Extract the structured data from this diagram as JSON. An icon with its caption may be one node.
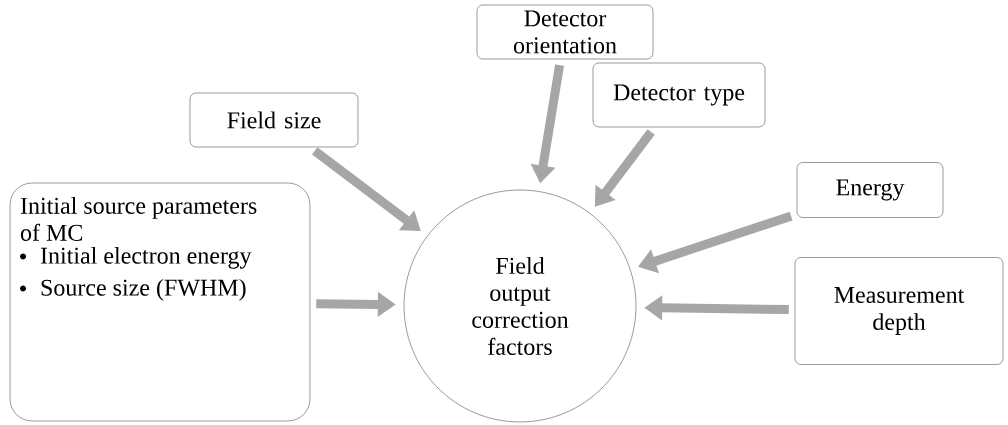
{
  "diagram": {
    "nodes": [
      {
        "text": [
          "Detector orientation"
        ]
      },
      {
        "text": [
          "Field size"
        ]
      },
      {
        "text": [
          "Detector type"
        ]
      },
      {
        "text": [
          "Energy"
        ]
      },
      {
        "text": [
          "Initial source parameters of MC",
          "Initial electron energy",
          "Source size (FWHM)"
        ]
      },
      {
        "text": [
          "Field output correction factors"
        ]
      },
      {
        "text": [
          "Measurement depth"
        ]
      }
    ],
    "edges": [
      {
        "from": 0,
        "to": 5,
        "arrow": "to"
      },
      {
        "from": 1,
        "to": 5,
        "arrow": "to"
      },
      {
        "from": 2,
        "to": 5,
        "arrow": "to"
      },
      {
        "from": 3,
        "to": 5,
        "arrow": "to"
      },
      {
        "from": 4,
        "to": 5,
        "arrow": "to"
      },
      {
        "from": 6,
        "to": 5,
        "arrow": "to"
      }
    ]
  }
}
